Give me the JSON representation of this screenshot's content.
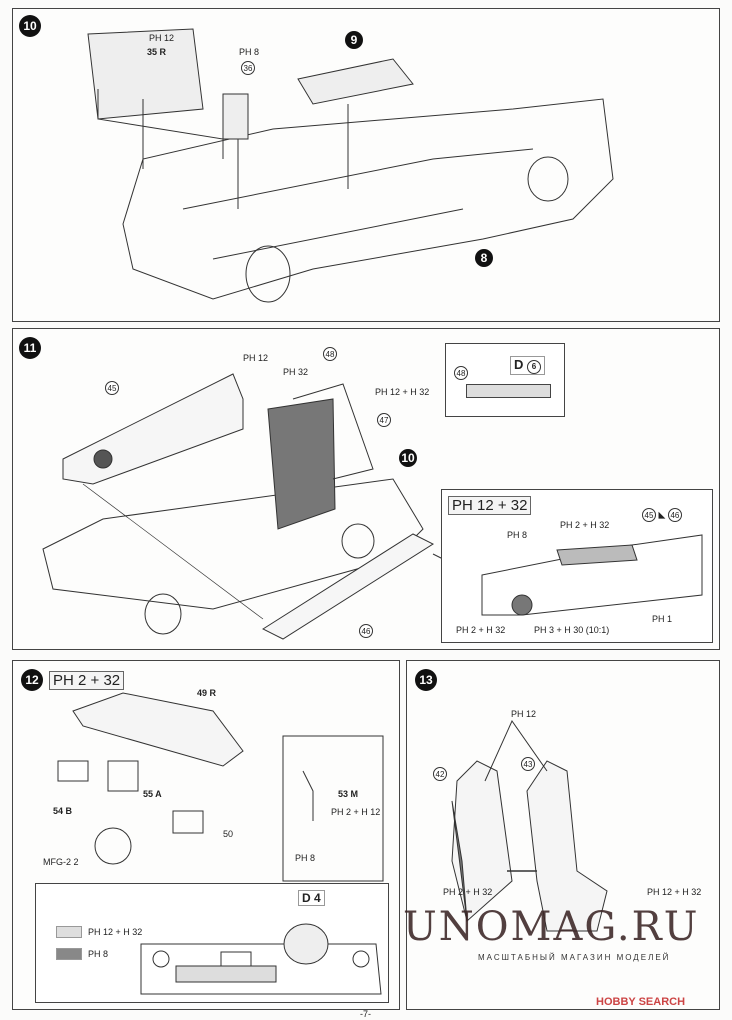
{
  "step10": {
    "number": "10",
    "labels": {
      "p35": "PH 12",
      "part35": "35 R",
      "p36": "PH 8",
      "part36": "36",
      "part9": "9",
      "part8": "8"
    }
  },
  "step11": {
    "number": "11",
    "labels": {
      "part45": "45",
      "ph12": "PH 12",
      "ph32": "PH 32",
      "part48": "48",
      "ph12h32": "PH 12 + H 32",
      "part47": "47",
      "part10": "10",
      "part46": "46"
    },
    "inset_top": {
      "part48": "48",
      "paint": "D",
      "paint_num": "6"
    },
    "inset_door": {
      "paint": "PH 12 + 32",
      "ph8": "PH 8",
      "ph2h32a": "PH 2 + H 32",
      "part45": "45",
      "part46": "46",
      "ph2h32b": "PH 2 + H 32",
      "ph3h30": "PH 3 + H 30 (10:1)",
      "ph1": "PH 1"
    }
  },
  "step12": {
    "number": "12",
    "paint": "PH 2 + 32",
    "labels": {
      "part49": "49 R",
      "part55": "55 A",
      "part54": "54 B",
      "part50": "50",
      "mfg": "MFG-2 2",
      "part53": "53 M",
      "ph2h12": "PH 2 + H 12",
      "ph8": "PH 8"
    },
    "legend": [
      {
        "label": "PH 12 + H 32",
        "color": "#dedede"
      },
      {
        "label": "PH 8",
        "color": "#888888"
      }
    ],
    "decal": "D 4"
  },
  "step13": {
    "number": "13",
    "labels": {
      "ph12": "PH 12",
      "part42": "42",
      "part43": "43",
      "ph2h32": "PH 2 + H 32",
      "ph12h32": "PH 12 + H 32"
    }
  },
  "page_number": "-7-",
  "watermark": {
    "title": "UNOMAG.RU",
    "subtitle": "МАСШТАБНЫЙ МАГАЗИН МОДЕЛЕЙ"
  },
  "source_logo": "HOBBY SEARCH"
}
